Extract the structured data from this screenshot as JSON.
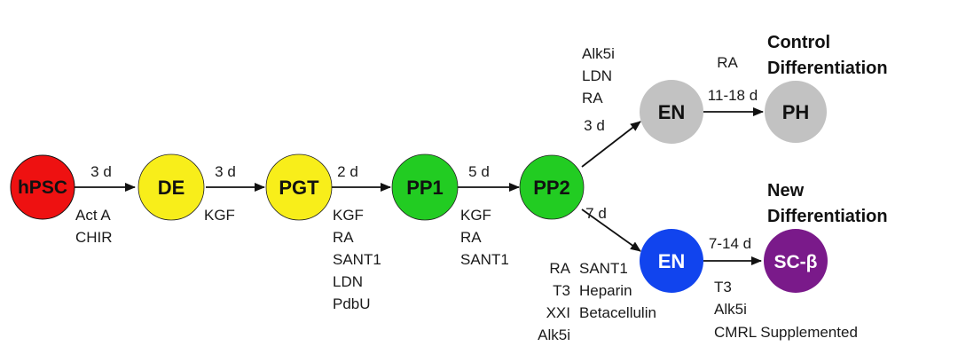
{
  "colors": {
    "hPSC": "#ee1111",
    "DE": "#f8ee1a",
    "PGT": "#f8ee1a",
    "PP1": "#22cc22",
    "PP2": "#22cc22",
    "EN_control": "#c2c2c2",
    "PH": "#c2c2c2",
    "EN_new": "#1144ee",
    "SC_beta": "#7a1a8a",
    "stroke": "#111111"
  },
  "nodes": {
    "hpsc": "hPSC",
    "de": "DE",
    "pgt": "PGT",
    "pp1": "PP1",
    "pp2": "PP2",
    "en_control": "EN",
    "ph": "PH",
    "en_new": "EN",
    "sc_beta": "SC-β"
  },
  "steps": {
    "hpsc_de": {
      "duration": "3 d",
      "factors": [
        "Act A",
        "CHIR"
      ]
    },
    "de_pgt": {
      "duration": "3 d",
      "factors": [
        "KGF"
      ]
    },
    "pgt_pp1": {
      "duration": "2 d",
      "factors": [
        "KGF",
        "RA",
        "SANT1",
        "LDN",
        "PdbU"
      ]
    },
    "pp1_pp2": {
      "duration": "5 d",
      "factors": [
        "KGF",
        "RA",
        "SANT1"
      ]
    },
    "pp2_en_control": {
      "duration": "3 d",
      "factors": [
        "Alk5i",
        "LDN",
        "RA"
      ]
    },
    "en_ph": {
      "duration": "11-18 d",
      "factors": [
        "RA"
      ]
    },
    "pp2_en_new": {
      "duration": "7 d",
      "factors_left": [
        "RA",
        "T3",
        "XXI",
        "Alk5i"
      ],
      "factors_right": [
        "SANT1",
        "Heparin",
        "Betacellulin"
      ]
    },
    "en_sc_beta": {
      "duration": "7-14 d",
      "factors": [
        "T3",
        "Alk5i",
        "CMRL Supplemented"
      ]
    }
  },
  "titles": {
    "control_line1": "Control",
    "control_line2": "Differentiation",
    "new_line1": "New",
    "new_line2": "Differentiation"
  }
}
